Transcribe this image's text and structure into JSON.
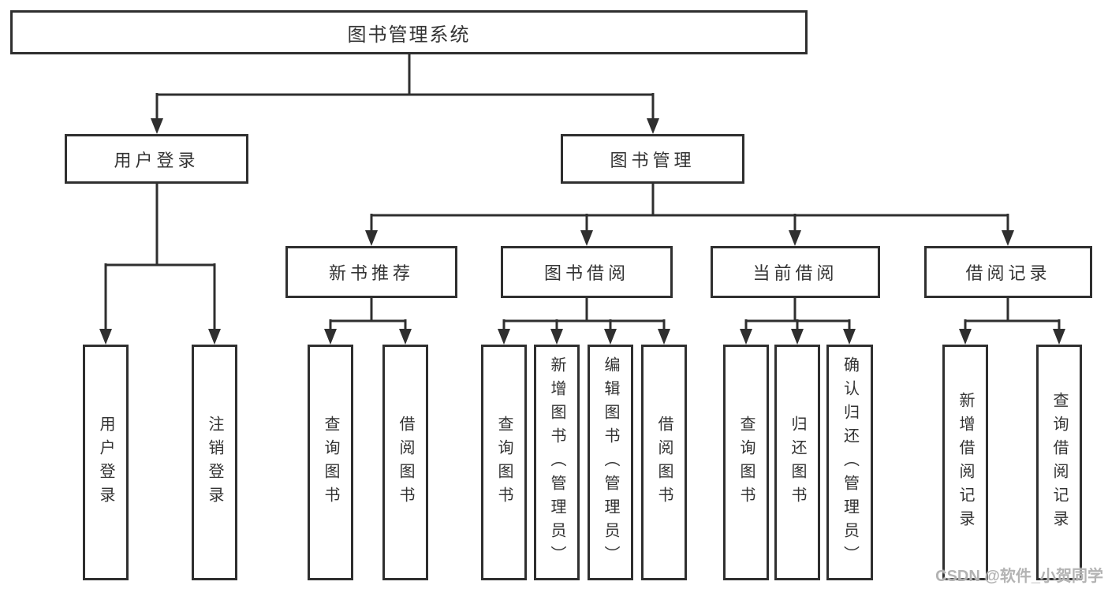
{
  "tree": {
    "root": {
      "label": "图书管理系统"
    },
    "branches": [
      {
        "label": "用户登录",
        "children": [
          {
            "label": "用户登录"
          },
          {
            "label": "注销登录"
          }
        ]
      },
      {
        "label": "图书管理",
        "children": [
          {
            "label": "新书推荐",
            "children": [
              {
                "label": "查询图书"
              },
              {
                "label": "借阅图书"
              }
            ]
          },
          {
            "label": "图书借阅",
            "children": [
              {
                "label": "查询图书"
              },
              {
                "label": "新增图书（管理员）"
              },
              {
                "label": "编辑图书（管理员）"
              },
              {
                "label": "借阅图书"
              }
            ]
          },
          {
            "label": "当前借阅",
            "children": [
              {
                "label": "查询图书"
              },
              {
                "label": "归还图书"
              },
              {
                "label": "确认归还（管理员）"
              }
            ]
          },
          {
            "label": "借阅记录",
            "children": [
              {
                "label": "新增借阅记录"
              },
              {
                "label": "查询借阅记录"
              }
            ]
          }
        ]
      }
    ]
  },
  "watermark": {
    "text": "CSDN @软件_小贺同学"
  },
  "colors": {
    "line": "#2f2f2f",
    "text": "#333333",
    "background": "#ffffff",
    "watermark": "#b3b3b3"
  }
}
